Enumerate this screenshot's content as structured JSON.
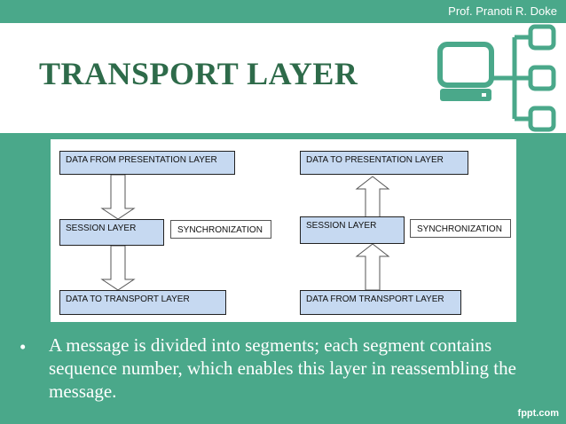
{
  "slide": {
    "author": "Prof. Pranoti R. Doke",
    "title": "TRANSPORT LAYER",
    "watermark": "fppt.com",
    "colors": {
      "accent": "#4aa88a",
      "title": "#2e6b4a",
      "box_fill": "#c6d9f1"
    },
    "logo_icon": "computer-network-icon"
  },
  "diagram": {
    "left": {
      "top_box": "DATA FROM PRESENTATION LAYER",
      "middle_box": "SESSION LAYER",
      "sync": "SYNCHRONIZATION",
      "bottom_box": "DATA TO TRANSPORT LAYER"
    },
    "right": {
      "top_box": "DATA TO PRESENTATION LAYER",
      "middle_box": "SESSION LAYER",
      "sync": "SYNCHRONIZATION",
      "bottom_box": "DATA FROM TRANSPORT LAYER"
    }
  },
  "bullets": [
    {
      "marker": "•",
      "text": "A message is divided into segments; each segment contains sequence number, which enables this layer  in reassembling the message."
    }
  ]
}
